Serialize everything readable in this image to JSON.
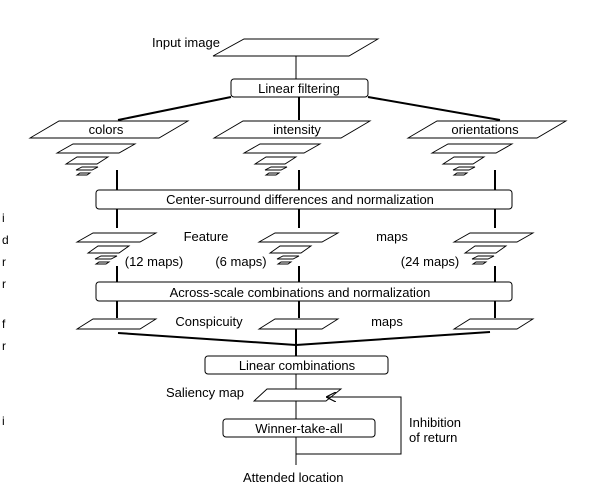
{
  "input_label": "Input image",
  "linear_filtering": "Linear filtering",
  "channels": {
    "colors": "colors",
    "intensity": "intensity",
    "orientations": "orientations"
  },
  "center_surround": "Center-surround differences and normalization",
  "feature_maps": {
    "word1": "Feature",
    "word2": "maps",
    "colors_count": "(12 maps)",
    "intensity_count": "(6 maps)",
    "orientations_count": "(24 maps)"
  },
  "across_scale": "Across-scale combinations and normalization",
  "conspicuity": {
    "word1": "Conspicuity",
    "word2": "maps"
  },
  "linear_combinations": "Linear combinations",
  "saliency_map": "Saliency map",
  "winner_take_all": "Winner-take-all",
  "inhibition": {
    "line1": "Inhibition",
    "line2": "of return"
  },
  "attended_location": "Attended location",
  "edge_marks": [
    "i",
    "d",
    "r",
    "r",
    "f",
    "r",
    "i"
  ]
}
